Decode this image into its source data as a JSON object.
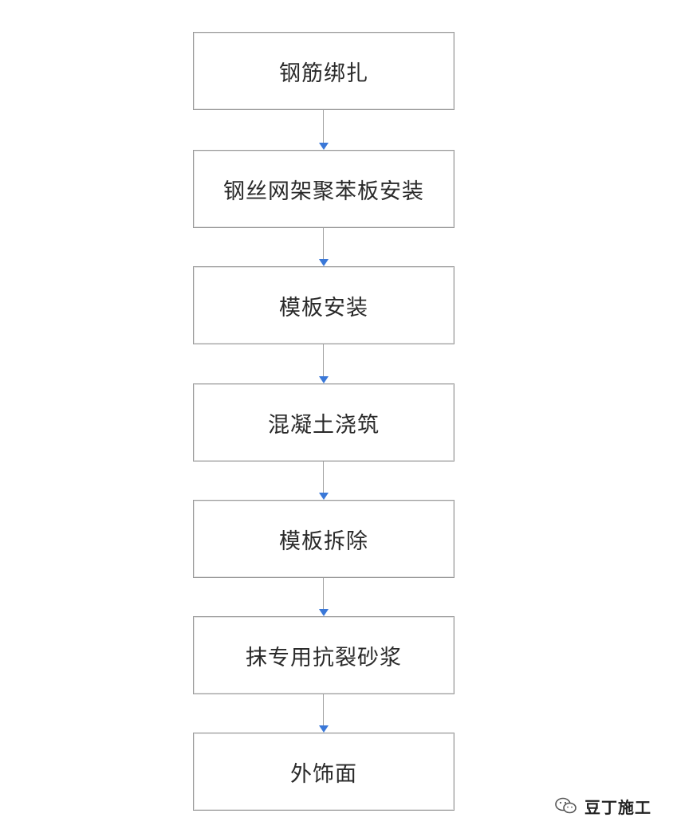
{
  "steps": [
    "钢筋绑扎",
    "钢丝网架聚苯板安装",
    "模板安装",
    "混凝土浇筑",
    "模板拆除",
    "抹专用抗裂砂浆",
    "外饰面"
  ],
  "watermark": {
    "text": "豆丁施工",
    "icon": "wechat-icon"
  },
  "colors": {
    "box_border": "#9a9a9a",
    "arrow_head": "#3a78d8",
    "connector": "#a0a0a0",
    "text": "#2a2a2a"
  }
}
